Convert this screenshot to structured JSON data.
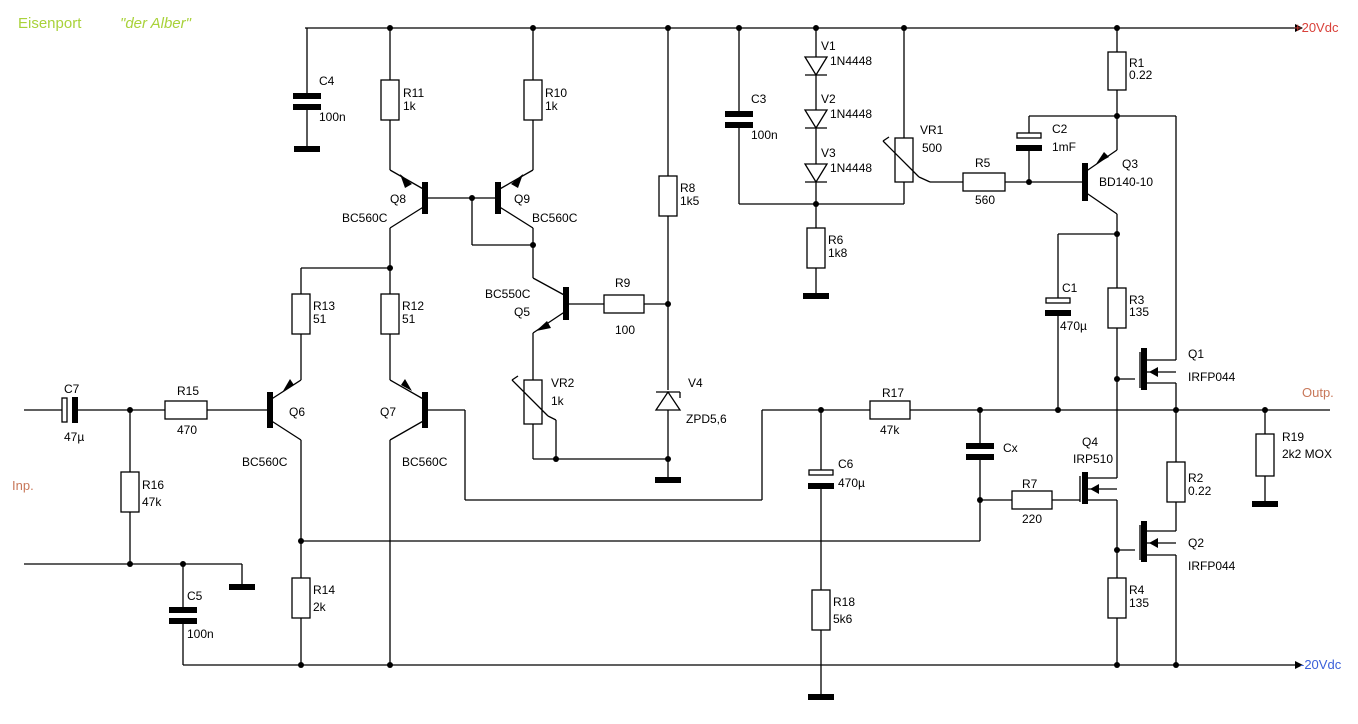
{
  "header": {
    "project": "Eisenport",
    "subtitle": "\"der Alber\"",
    "color": "#a9d23a"
  },
  "rails": {
    "pos": "+20Vdc",
    "neg": "-20Vdc",
    "pos_color": "#d9413a",
    "neg_color": "#3a5fd9"
  },
  "ports": {
    "input": "Inp.",
    "output": "Outp.",
    "color": "#c8785a"
  },
  "components": {
    "C4": {
      "ref": "C4",
      "value": "100n"
    },
    "R11": {
      "ref": "R11",
      "value": "1k"
    },
    "R10": {
      "ref": "R10",
      "value": "1k"
    },
    "Q8": {
      "ref": "Q8",
      "type": "BC560C"
    },
    "Q9": {
      "ref": "Q9",
      "type": "BC560C"
    },
    "R8": {
      "ref": "R8",
      "value": "1k5"
    },
    "C3": {
      "ref": "C3",
      "value": "100n"
    },
    "V1": {
      "ref": "V1",
      "type": "1N4448"
    },
    "V2": {
      "ref": "V2",
      "type": "1N4448"
    },
    "V3": {
      "ref": "V3",
      "type": "1N4448"
    },
    "VR1": {
      "ref": "VR1",
      "value": "500"
    },
    "R1": {
      "ref": "R1",
      "value": "0.22"
    },
    "C2": {
      "ref": "C2",
      "value": "1mF"
    },
    "Q3": {
      "ref": "Q3",
      "type": "BD140-10"
    },
    "R5": {
      "ref": "R5",
      "value": "560"
    },
    "R6": {
      "ref": "R6",
      "value": "1k8"
    },
    "Q5": {
      "ref": "Q5",
      "type": "BC550C"
    },
    "R9": {
      "ref": "R9",
      "value": "100"
    },
    "R13": {
      "ref": "R13",
      "value": "51"
    },
    "R12": {
      "ref": "R12",
      "value": "51"
    },
    "VR2": {
      "ref": "VR2",
      "value": "1k"
    },
    "V4": {
      "ref": "V4",
      "type": "ZPD5,6"
    },
    "C1": {
      "ref": "C1",
      "value": "470µ"
    },
    "R3": {
      "ref": "R3",
      "value": "135"
    },
    "Q1": {
      "ref": "Q1",
      "type": "IRFP044"
    },
    "C7": {
      "ref": "C7",
      "value": "47µ"
    },
    "R15": {
      "ref": "R15",
      "value": "470"
    },
    "Q6": {
      "ref": "Q6",
      "type": "BC560C"
    },
    "Q7": {
      "ref": "Q7",
      "type": "BC560C"
    },
    "R17": {
      "ref": "R17",
      "value": "47k"
    },
    "R19": {
      "ref": "R19",
      "value": "2k2 MOX"
    },
    "Cx": {
      "ref": "Cx"
    },
    "Q4": {
      "ref": "Q4",
      "type": "IRP510"
    },
    "C6": {
      "ref": "C6",
      "value": "470µ"
    },
    "R16": {
      "ref": "R16",
      "value": "47k"
    },
    "R2": {
      "ref": "R2",
      "value": "0.22"
    },
    "R7": {
      "ref": "R7",
      "value": "220"
    },
    "Q2": {
      "ref": "Q2",
      "type": "IRFP044"
    },
    "R14": {
      "ref": "R14",
      "value": "2k"
    },
    "C5": {
      "ref": "C5",
      "value": "100n"
    },
    "R18": {
      "ref": "R18",
      "value": "5k6"
    },
    "R4": {
      "ref": "R4",
      "value": "135"
    }
  }
}
